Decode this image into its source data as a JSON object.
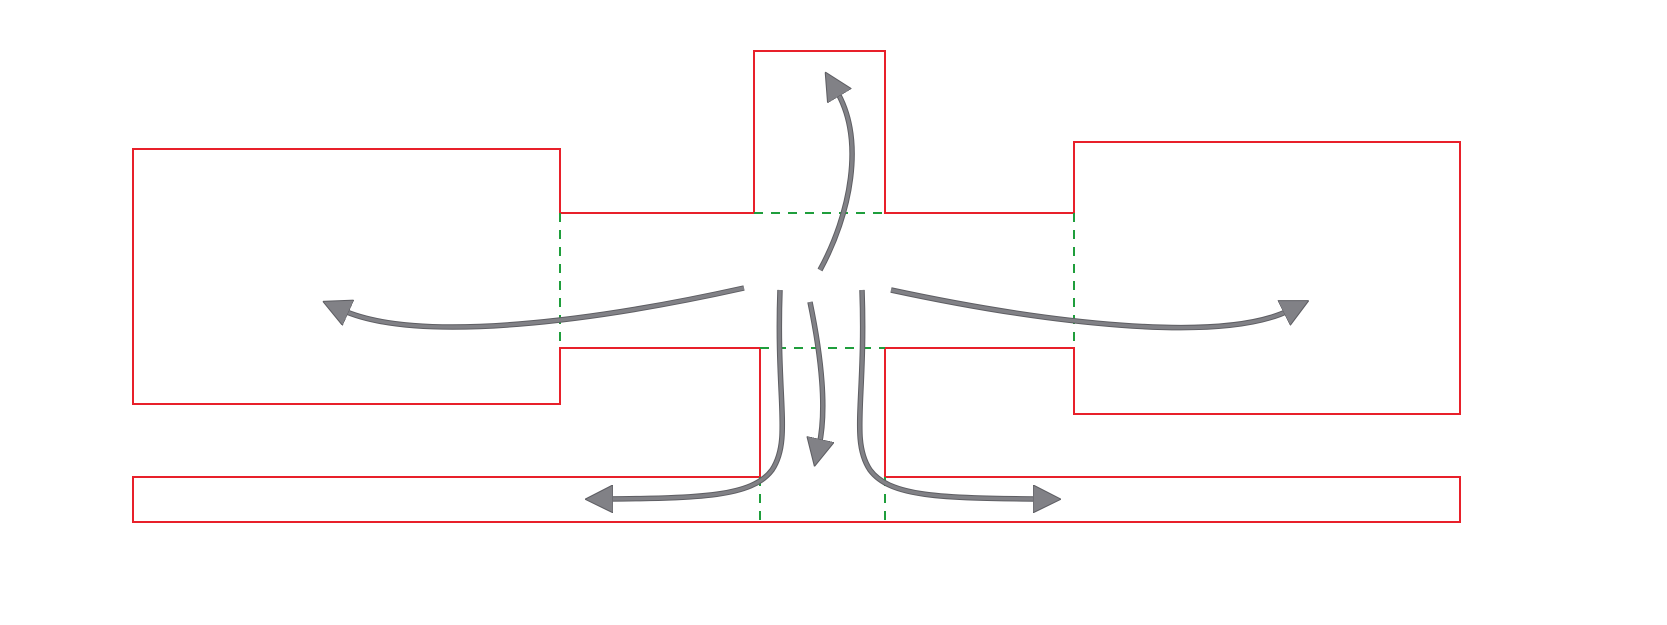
{
  "colors": {
    "walls": "#e8202a",
    "openings": "#1f9e3c",
    "flow_arrows": "#818186",
    "flow_arrow_outline": "#5e5e63"
  },
  "diagram": {
    "rooms": [
      "left-room",
      "top-room",
      "right-room",
      "bottom-corridor",
      "central-hub"
    ],
    "flows": [
      {
        "id": "flow-up",
        "direction": "up",
        "to": "top-room"
      },
      {
        "id": "flow-left",
        "direction": "left",
        "to": "left-room"
      },
      {
        "id": "flow-right",
        "direction": "right",
        "to": "right-room"
      },
      {
        "id": "flow-down-left",
        "direction": "down-left",
        "to": "bottom-corridor"
      },
      {
        "id": "flow-down",
        "direction": "down",
        "to": "bottom-corridor"
      },
      {
        "id": "flow-down-right",
        "direction": "down-right",
        "to": "bottom-corridor"
      }
    ]
  }
}
